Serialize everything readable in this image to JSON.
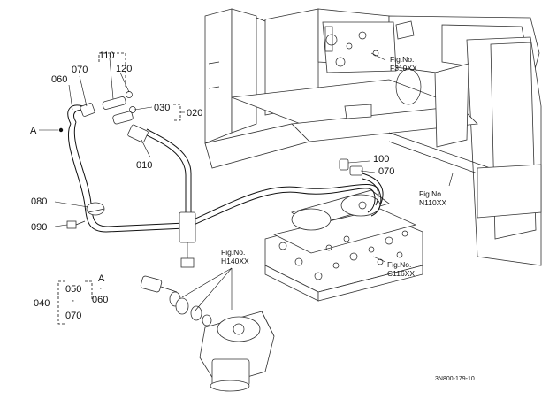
{
  "part_labels": {
    "p110": "110",
    "p070a": "070",
    "p120": "120",
    "p060": "060",
    "p030": "030",
    "p020": "020",
    "p010": "010",
    "p080": "080",
    "p090": "090",
    "p100": "100",
    "p070b": "070",
    "p040": "040",
    "p050": "050",
    "p070c": "070",
    "p060b": "060",
    "A1": "A",
    "A2": "A",
    "dot1": "·",
    "dot2": "·"
  },
  "fig_refs": {
    "f310": {
      "line1": "Fig.No.",
      "line2": "F310XX"
    },
    "n110": {
      "line1": "Fig.No.",
      "line2": "N110XX"
    },
    "h140": {
      "line1": "Fig.No.",
      "line2": "H140XX"
    },
    "c116": {
      "line1": "Fig.No.",
      "line2": "C116XX"
    }
  },
  "drawing_code": "3N800-179-10"
}
